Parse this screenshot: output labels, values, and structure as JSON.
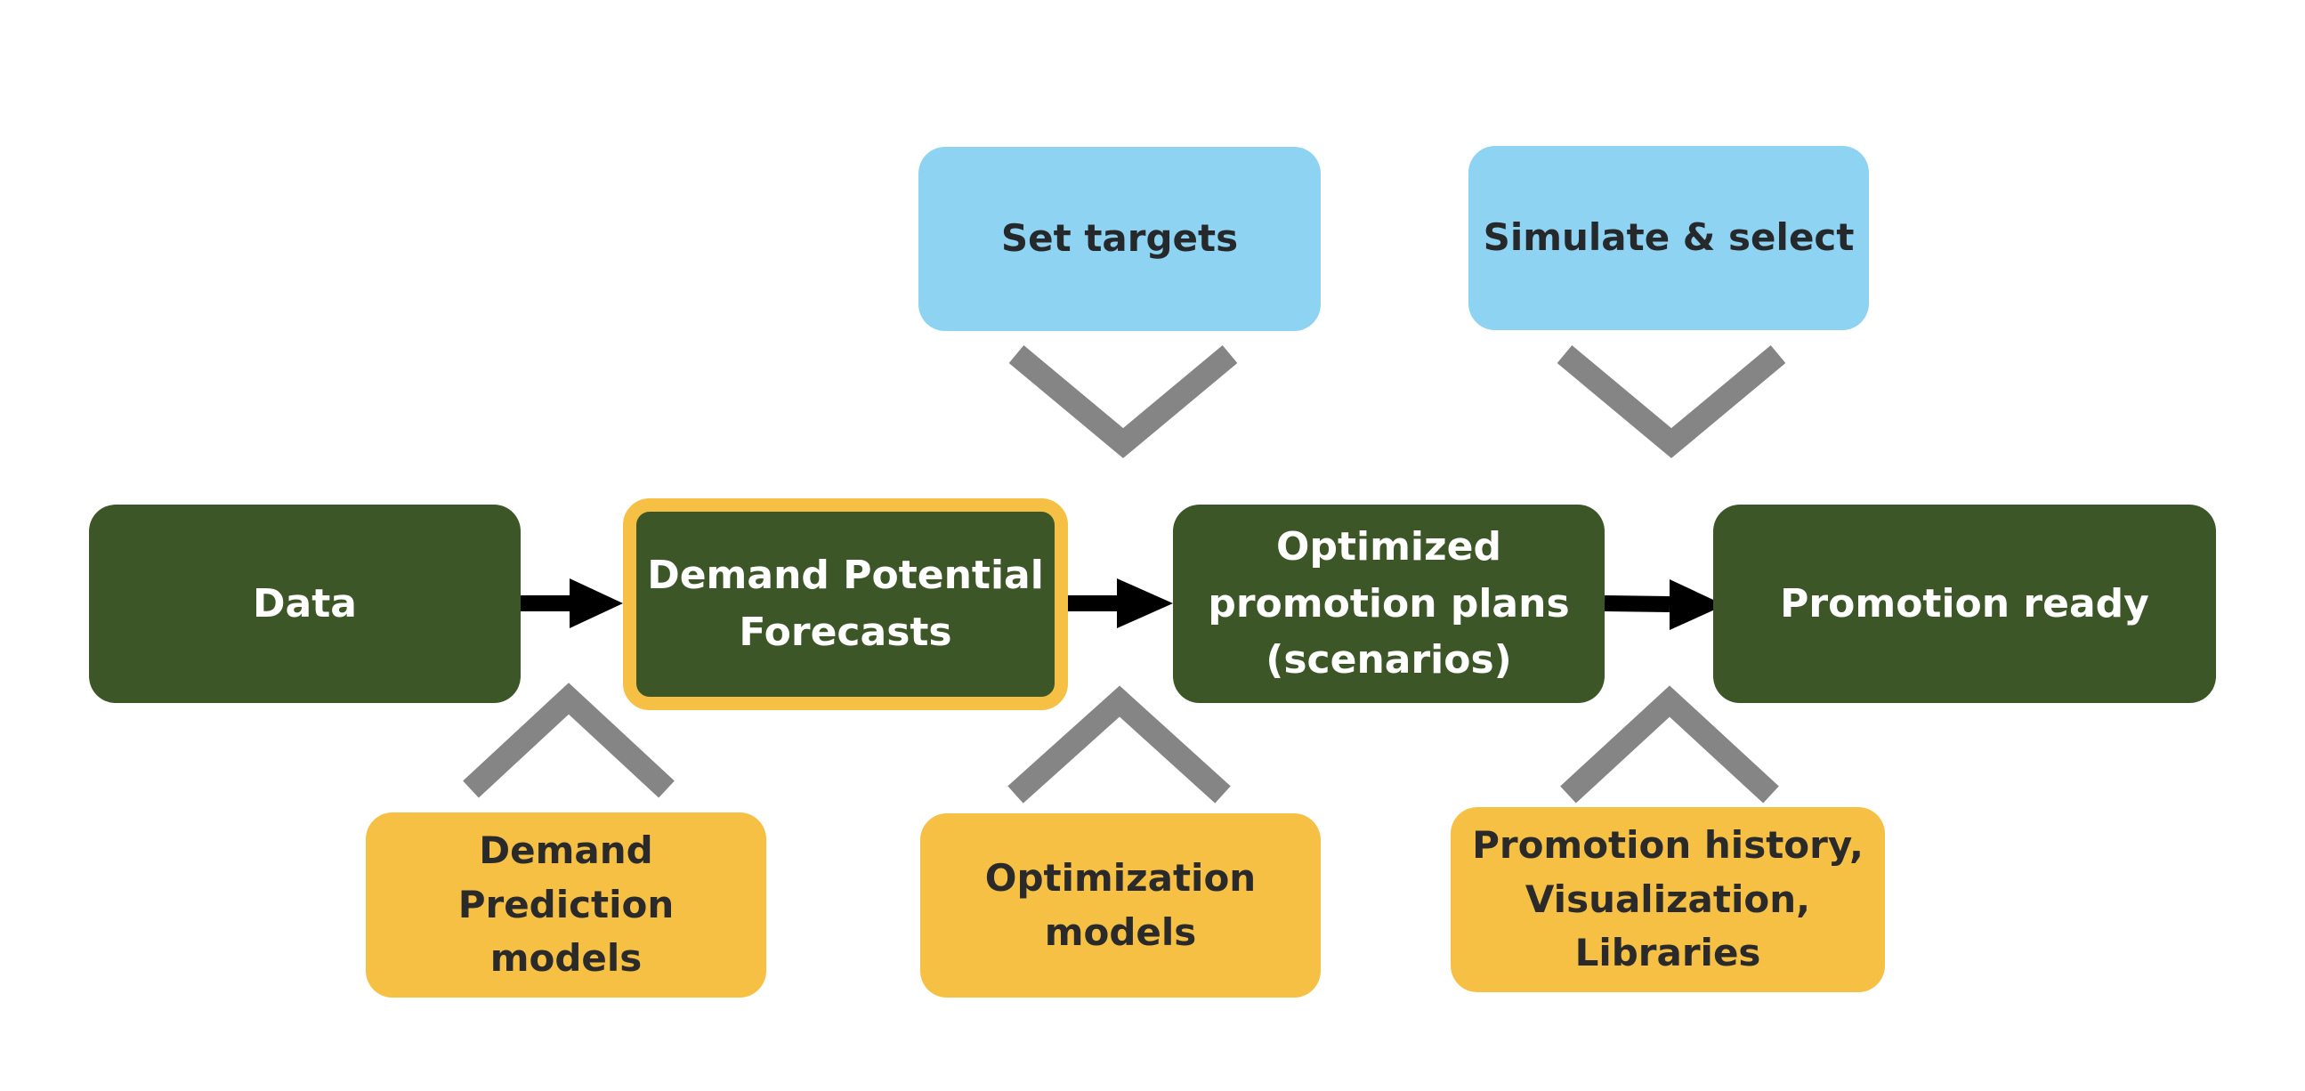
{
  "diagram": {
    "nodes": {
      "data": "Data",
      "demand_forecasts": "Demand Potential\nForecasts",
      "optimized_plans": "Optimized\npromotion plans\n(scenarios)",
      "promotion_ready": "Promotion ready",
      "set_targets": "Set targets",
      "simulate_select": "Simulate & select",
      "demand_models": "Demand\nPrediction\nmodels",
      "optimization_models": "Optimization\nmodels",
      "history_libraries": "Promotion history,\nVisualization,\nLibraries"
    },
    "colors": {
      "process_green": "#3d5628",
      "input_blue": "#8ed4f2",
      "support_yellow": "#f5c043",
      "chevron_gray": "#858585",
      "arrow_black": "#000000"
    },
    "icons": {
      "flow_arrow": "arrow-right-icon",
      "input_connector": "chevron-down-icon",
      "support_connector": "chevron-up-icon"
    }
  }
}
